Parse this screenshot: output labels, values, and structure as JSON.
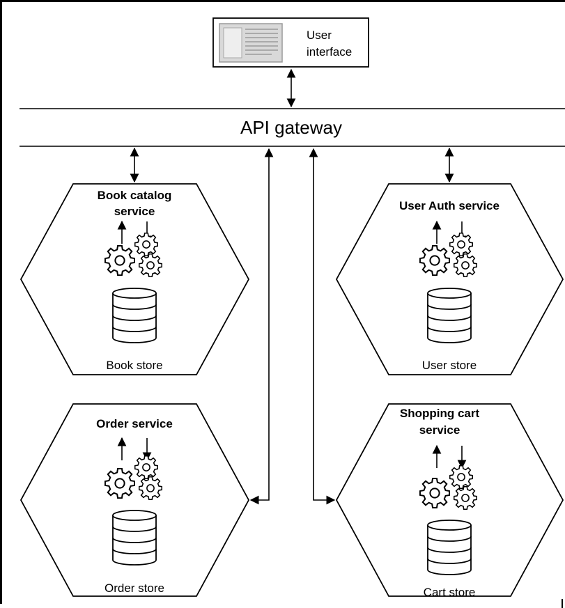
{
  "user_interface": {
    "label_line1": "User",
    "label_line2": "interface",
    "icon": "window-icon"
  },
  "gateway": {
    "label": "API gateway"
  },
  "services": [
    {
      "id": "book-catalog",
      "title_line1": "Book catalog",
      "title_line2": "service",
      "store_label": "Book store"
    },
    {
      "id": "user-auth",
      "title_line1": "User Auth service",
      "title_line2": "",
      "store_label": "User store"
    },
    {
      "id": "order",
      "title_line1": "Order service",
      "title_line2": "",
      "store_label": "Order store"
    },
    {
      "id": "shopping-cart",
      "title_line1": "Shopping cart",
      "title_line2": "service",
      "store_label": "Cart store"
    }
  ],
  "icons": {
    "gears": "gears-icon",
    "database": "database-icon",
    "arrows": "up-down-arrows-icon"
  },
  "colors": {
    "line": "#000000",
    "icon_fill": "#d9d9d9",
    "background": "#ffffff"
  }
}
